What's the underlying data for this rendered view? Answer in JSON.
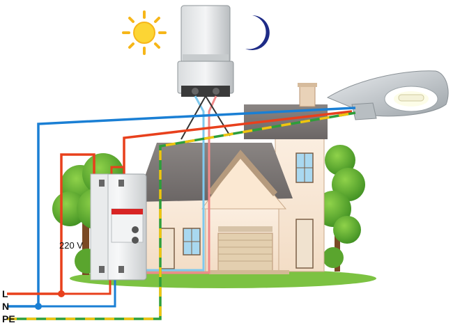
{
  "labels": {
    "voltage": "220 V",
    "line_l": "L",
    "line_n": "N",
    "line_pe": "PE"
  },
  "icons": [
    "sun-icon",
    "moon-icon",
    "street-lamp-icon",
    "house-icon",
    "photo-sensor-icon",
    "din-relay-icon",
    "tree-icon"
  ],
  "colors": {
    "phase_wire": "#e8401c",
    "neutral_wire": "#1a7fd4",
    "earth_wire_green": "#2e9e3a",
    "earth_wire_yellow": "#f1c40f",
    "sensor_wire_light_blue": "#7fc9ee",
    "sensor_wire_pink": "#f08a8a"
  }
}
